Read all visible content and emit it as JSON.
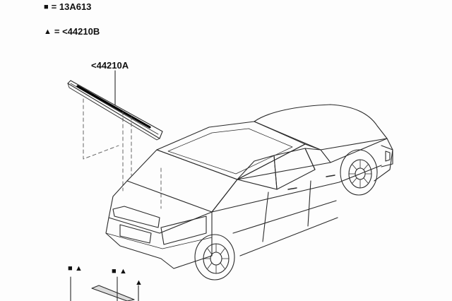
{
  "legend": {
    "square_symbol": "■",
    "triangle_symbol": "▲",
    "items": [
      {
        "symbol": "■",
        "text": "= 13A613"
      },
      {
        "symbol": "▲",
        "text": "= <44210B"
      }
    ]
  },
  "callout": {
    "label": "<44210A"
  },
  "markers": {
    "square": "■",
    "triangle": "▲"
  },
  "colors": {
    "line": "#2a2a2a",
    "dash": "#555555",
    "background": "#fdfdfd"
  }
}
